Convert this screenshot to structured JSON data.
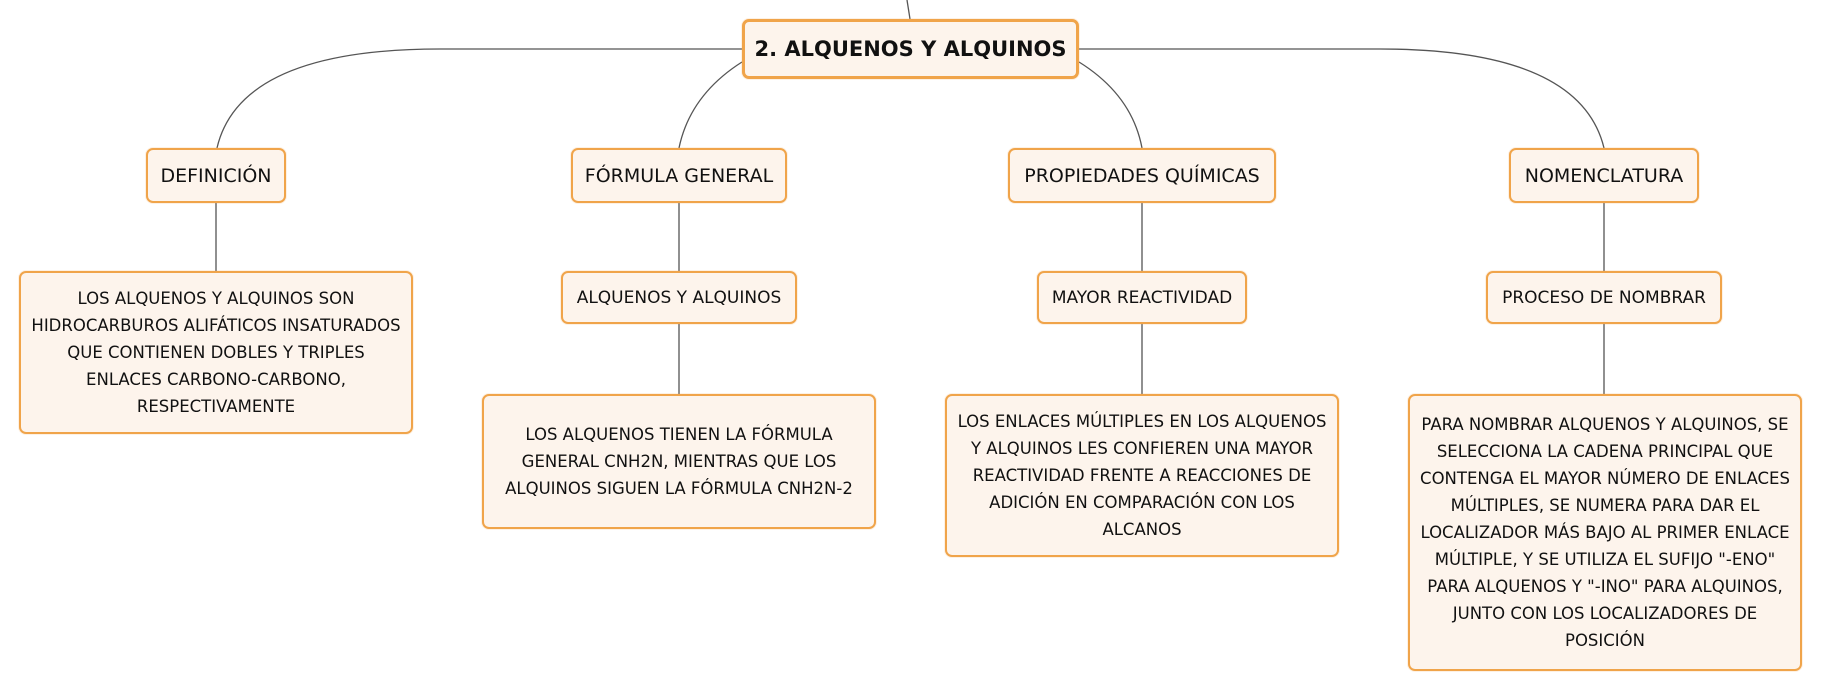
{
  "root": {
    "label": "2. ALQUENOS Y ALQUINOS"
  },
  "branches": [
    {
      "label": "DEFINICIÓN",
      "text": "LOS ALQUENOS Y ALQUINOS SON HIDROCARBUROS ALIFÁTICOS INSATURADOS QUE CONTIENEN DOBLES Y TRIPLES ENLACES CARBONO-CARBONO, RESPECTIVAMENTE"
    },
    {
      "label": "FÓRMULA GENERAL",
      "sublabel": "ALQUENOS Y ALQUINOS",
      "text": "LOS ALQUENOS TIENEN LA FÓRMULA GENERAL CNH2N, MIENTRAS QUE LOS ALQUINOS SIGUEN LA FÓRMULA CNH2N-2"
    },
    {
      "label": "PROPIEDADES QUÍMICAS",
      "sublabel": "MAYOR REACTIVIDAD",
      "text": "LOS ENLACES MÚLTIPLES EN LOS ALQUENOS Y ALQUINOS LES CONFIEREN UNA MAYOR REACTIVIDAD FRENTE A REACCIONES DE ADICIÓN EN COMPARACIÓN CON LOS ALCANOS"
    },
    {
      "label": "NOMENCLATURA",
      "sublabel": "PROCESO DE NOMBRAR",
      "text": "PARA NOMBRAR ALQUENOS Y ALQUINOS, SE SELECCIONA LA CADENA PRINCIPAL QUE CONTENGA EL MAYOR NÚMERO DE ENLACES MÚLTIPLES, SE NUMERA PARA DAR EL LOCALIZADOR MÁS BAJO AL PRIMER ENLACE MÚLTIPLE, Y SE UTILIZA EL SUFIJO \"-ENO\" PARA ALQUENOS Y \"-INO\" PARA ALQUINOS, JUNTO CON LOS LOCALIZADORES DE POSICIÓN"
    }
  ],
  "colors": {
    "node_border": "#f0a44a",
    "node_fill": "#fdf4ec",
    "connector": "#555555"
  }
}
